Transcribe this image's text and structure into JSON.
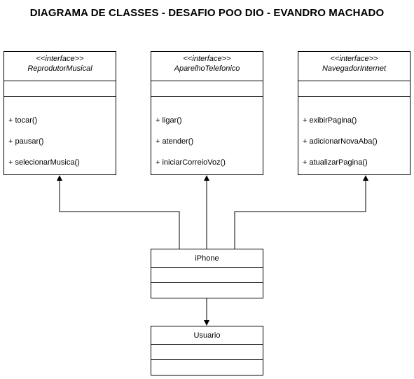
{
  "diagram": {
    "title": "DIAGRAMA DE CLASSES - DESAFIO POO DIO - EVANDRO MACHADO",
    "interfaces": [
      {
        "stereotype": "<<interface>>",
        "name": "ReprodutorMusical",
        "methods": [
          "+ tocar()",
          "+ pausar()",
          "+ selecionarMusica()"
        ]
      },
      {
        "stereotype": "<<interface>>",
        "name": "AparelhoTelefonico",
        "methods": [
          "+ ligar()",
          "+ atender()",
          "+ iniciarCorreioVoz()"
        ]
      },
      {
        "stereotype": "<<interface>>",
        "name": "NavegadorInternet",
        "methods": [
          "+ exibirPagina()",
          "+ adicionarNovaAba()",
          "+ atualizarPagina()"
        ]
      }
    ],
    "classes": [
      {
        "name": "iPhone"
      },
      {
        "name": "Usuario"
      }
    ],
    "colors": {
      "stroke": "#000000",
      "fill": "#ffffff"
    }
  }
}
